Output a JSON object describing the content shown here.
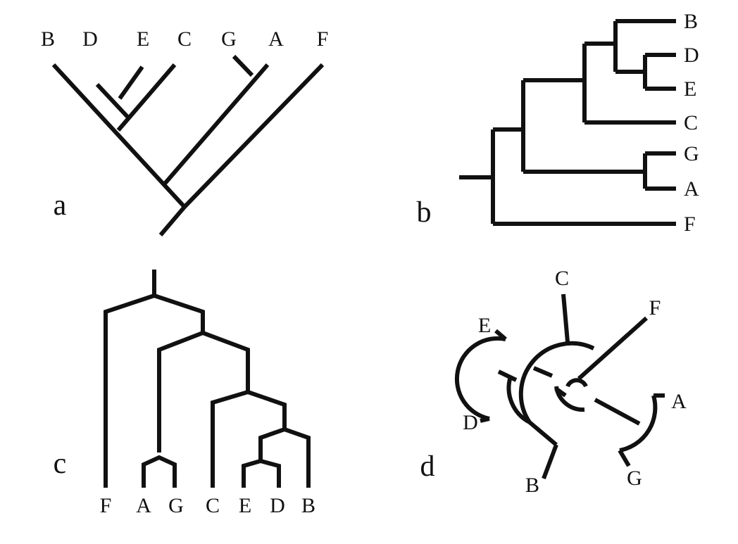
{
  "figure": {
    "ink": "#111111",
    "background": "#ffffff"
  },
  "panels": [
    {
      "id": "a",
      "label": "a",
      "style": "slanted cladogram",
      "leaves": [
        "B",
        "D",
        "E",
        "C",
        "G",
        "A",
        "F"
      ]
    },
    {
      "id": "b",
      "label": "b",
      "style": "rectangular phylogram",
      "leaves": [
        "B",
        "D",
        "E",
        "C",
        "G",
        "A",
        "F"
      ]
    },
    {
      "id": "c",
      "label": "c",
      "style": "rectangular tree, root at top",
      "leaves": [
        "F",
        "A",
        "G",
        "C",
        "E",
        "D",
        "B"
      ]
    },
    {
      "id": "d",
      "label": "d",
      "style": "circular tree",
      "leaves": [
        "C",
        "F",
        "E",
        "A",
        "D",
        "G",
        "B"
      ]
    }
  ]
}
